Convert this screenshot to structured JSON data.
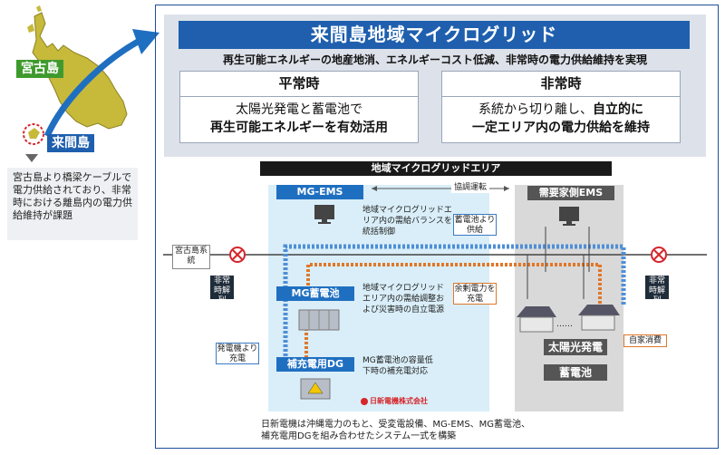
{
  "map": {
    "miyako_label": "宮古島",
    "kurima_label": "来間島"
  },
  "side_note": "宮古島より橋梁ケーブルで電力供給されており、非常時における離島内の電力供給維持が課題",
  "header": {
    "title": "来間島地域マイクログリッド",
    "subtitle": "再生可能エネルギーの地産地消、エネルギーコスト低減、非常時の電力供給維持を実現"
  },
  "modes": {
    "normal": {
      "head": "平常時",
      "line1": "太陽光発電と蓄電池で",
      "line2": "再生可能エネルギーを有効活用"
    },
    "emergency": {
      "head": "非常時",
      "line1_a": "系統から切り離し、",
      "line1_b": "自立的に",
      "line2": "一定エリア内の電力供給を維持"
    }
  },
  "diagram": {
    "area_label": "地域マイクログリッドエリア",
    "coop_label": "協調運転",
    "mg_ems": "MG-EMS",
    "mg_ems_note": "地域マイクログリッドエリア内の需給バランスを統括制御",
    "demand_ems": "需要家側EMS",
    "grid_label": "宮古島系統",
    "disconnect_left": "非常時解列",
    "disconnect_right": "非常時解列",
    "battery_tag": "MG蓄電池",
    "battery_note": "地域マイクログリッドエリア内の需給調整および災害時の自立電源",
    "battery_supply": "蓄電池より供給",
    "surplus_charge": "余剰電力を充電",
    "dg_tag": "補充電用DG",
    "dg_note": "MG蓄電池の容量低下時の補充電対応",
    "gen_charge": "発電機より充電",
    "self_consume": "自家消費",
    "solar_tag": "太陽光発電",
    "storage_tag": "蓄電池",
    "dots": "……",
    "logo_text": "日新電機株式会社"
  },
  "footer": {
    "line1": "日新電機は沖縄電力のもと、受変電設備、MG-EMS、MG蓄電池、",
    "line2": "補充電用DGを組み合わせたシステム一式を構築"
  },
  "colors": {
    "blue": "#1f5fae",
    "orange": "#e0772a",
    "red": "#d6262b",
    "green": "#3f9a2e",
    "map_yellow": "#c7b93a"
  }
}
